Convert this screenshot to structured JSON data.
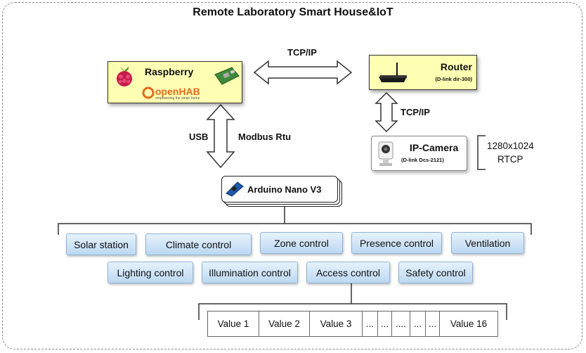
{
  "title": "Remote Laboratory Smart House&IoT",
  "raspberry": {
    "name": "Raspberry",
    "logo_text": "openHAB",
    "logo_tagline": "empowering the smart home"
  },
  "router": {
    "name": "Router",
    "model": "(D-link dir-300)"
  },
  "links": {
    "rpi_router": "TCP/IP",
    "router_camera": "TCP/IP",
    "usb": "USB",
    "modbus": "Modbus Rtu"
  },
  "camera": {
    "name": "IP-Camera",
    "model": "(D-link Dcs-2121)",
    "resolution": "1280x1024",
    "protocol": "RTCP"
  },
  "arduino": {
    "name": "Arduino Nano V3"
  },
  "controls_row1": [
    "Solar station",
    "Climate control",
    "Zone control",
    "Presence control",
    "Ventilation"
  ],
  "controls_row2": [
    "Lighting control",
    "Illumination control",
    "Access control",
    "Safety control"
  ],
  "values": [
    "Value 1",
    "Value 2",
    "Value 3",
    "...",
    "...",
    "....",
    "...",
    "...",
    "Value 16"
  ],
  "icons": [
    "raspberry-pi-icon",
    "circuit-board-icon",
    "openhab-logo-icon",
    "router-icon",
    "ip-camera-icon",
    "arduino-board-icon"
  ]
}
